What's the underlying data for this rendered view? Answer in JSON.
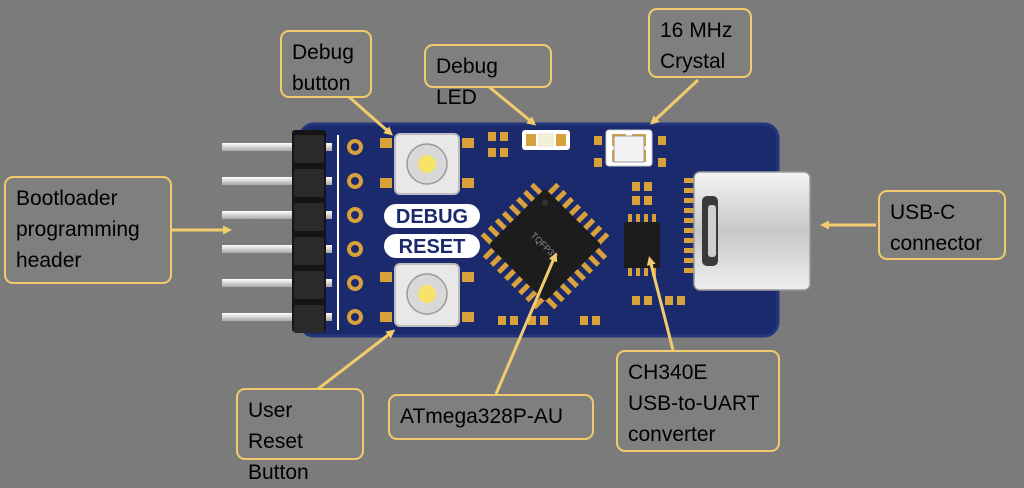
{
  "callouts": {
    "debug_button": "Debug\nbutton",
    "debug_led": "Debug LED",
    "crystal": "16 MHz\nCrystal",
    "bootloader_header": "Bootloader\nprogramming\nheader",
    "usb_c": "USB-C\nconnector",
    "user_reset": "User Reset\nButton",
    "mcu": "ATmega328P-AU",
    "ch340": "CH340E\nUSB-to-UART\nconverter"
  },
  "silkscreen": {
    "debug_label": "DEBUG",
    "reset_label": "RESET",
    "chip_marking": "TQFP32"
  },
  "colors": {
    "background": "#7b7b7b",
    "pcb": "#1a2a6c",
    "callout_border": "#f2cc6c",
    "arrow": "#f2cc6c",
    "pads": "#d9a13a"
  }
}
